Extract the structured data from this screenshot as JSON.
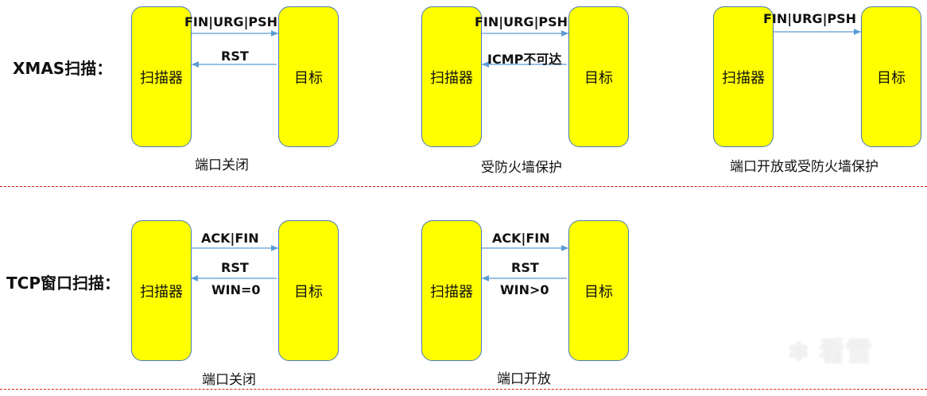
{
  "rows": [
    {
      "title": "XMAS扫描：",
      "diagrams": [
        {
          "scanner": "扫描器",
          "target": "目标",
          "forward": "FIN|URG|PSH",
          "back": "RST",
          "back2": "",
          "caption": "端口关闭"
        },
        {
          "scanner": "扫描器",
          "target": "目标",
          "forward": "FIN|URG|PSH",
          "back": "ICMP不可达",
          "back2": "",
          "caption": "受防火墙保护"
        },
        {
          "scanner": "扫描器",
          "target": "目标",
          "forward": "FIN|URG|PSH",
          "back": "",
          "back2": "",
          "caption": "端口开放或受防火墙保护"
        }
      ]
    },
    {
      "title": "TCP窗口扫描：",
      "diagrams": [
        {
          "scanner": "扫描器",
          "target": "目标",
          "forward": "ACK|FIN",
          "back": "RST",
          "back2": "WIN=0",
          "caption": "端口关闭"
        },
        {
          "scanner": "扫描器",
          "target": "目标",
          "forward": "ACK|FIN",
          "back": "RST",
          "back2": "WIN>0",
          "caption": "端口开放"
        }
      ]
    }
  ],
  "watermark": "看雪",
  "colors": {
    "box": "#ffff00",
    "border": "#4a7bb7",
    "arrow": "#5b9bd5",
    "divider": "#d42020"
  }
}
